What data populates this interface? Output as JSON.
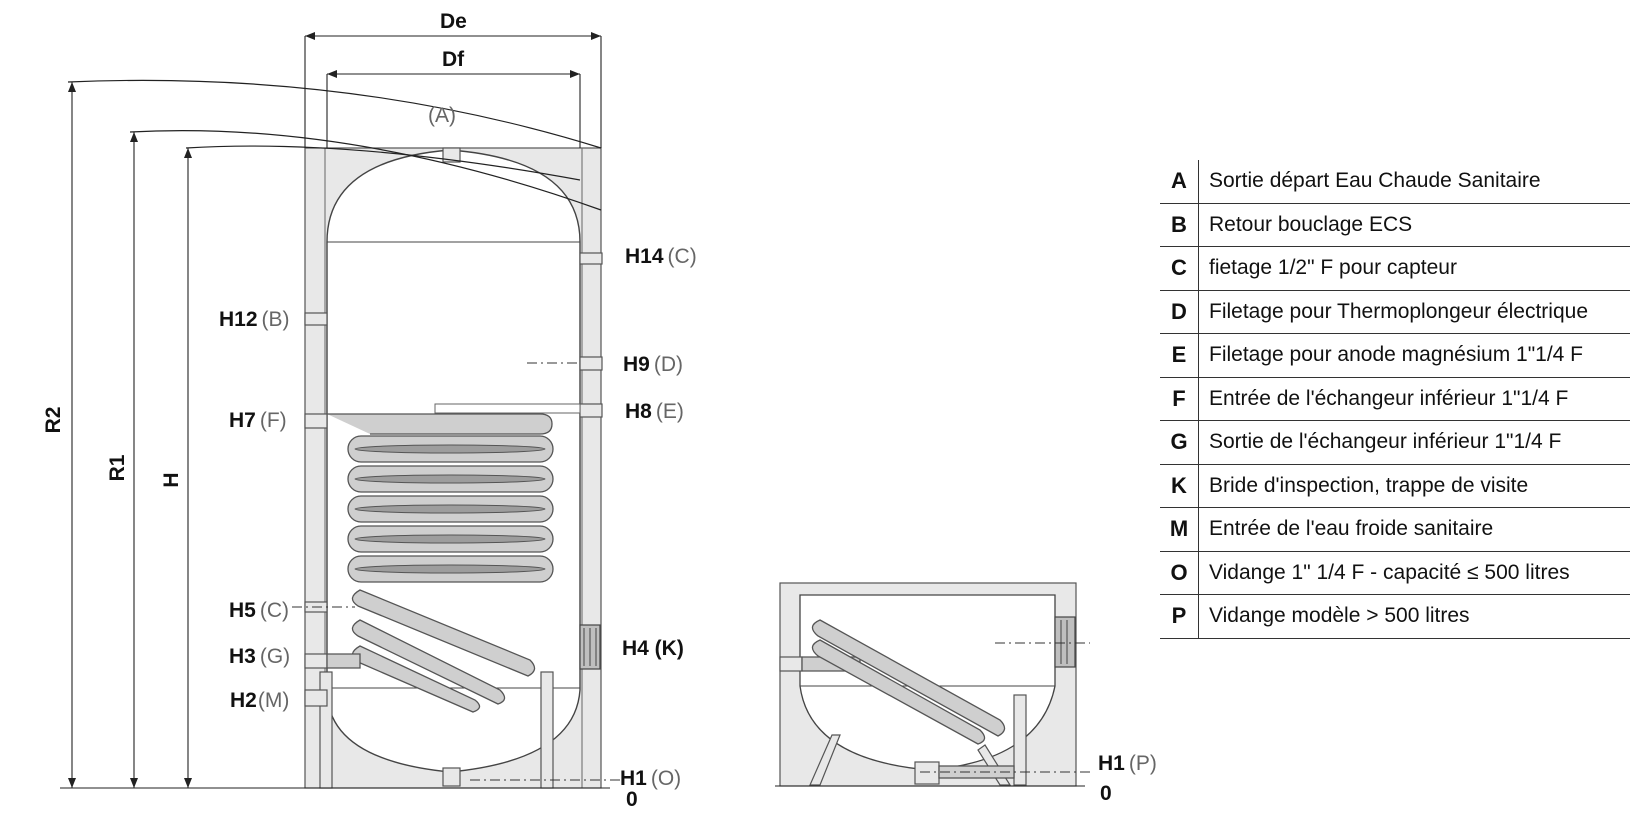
{
  "dimensions": {
    "de": "De",
    "df": "Df",
    "r2": "R2",
    "r1": "R1",
    "h": "H",
    "zero_main": "0",
    "zero_side": "0"
  },
  "connections_main": [
    {
      "code": "H14",
      "sub": "(C)"
    },
    {
      "code": "H12",
      "sub": "(B)"
    },
    {
      "code": "H9",
      "sub": "(D)"
    },
    {
      "code": "H8",
      "sub": "(E)"
    },
    {
      "code": "H7",
      "sub": "(F)"
    },
    {
      "code": "H5",
      "sub": "(C)"
    },
    {
      "code": "H3",
      "sub": "(G)"
    },
    {
      "code": "H4 (K)",
      "sub": ""
    },
    {
      "code": "H2",
      "sub": "(M)"
    },
    {
      "code": "H1",
      "sub": "(O)"
    }
  ],
  "top_label": "(A)",
  "connections_side": [
    {
      "code": "H1",
      "sub": "(P)"
    }
  ],
  "legend": [
    {
      "key": "A",
      "desc": "Sortie départ Eau Chaude Sanitaire"
    },
    {
      "key": "B",
      "desc": "Retour bouclage ECS"
    },
    {
      "key": "C",
      "desc": "fietage 1/2\" F  pour capteur"
    },
    {
      "key": "D",
      "desc": "Filetage pour Thermoplongeur électrique"
    },
    {
      "key": "E",
      "desc": "Filetage pour anode magnésium 1\"1/4 F"
    },
    {
      "key": "F",
      "desc": "Entrée de l'échangeur inférieur 1\"1/4 F"
    },
    {
      "key": "G",
      "desc": "Sortie de l'échangeur inférieur 1\"1/4 F"
    },
    {
      "key": "K",
      "desc": "Bride d'inspection, trappe de visite"
    },
    {
      "key": "M",
      "desc": "Entrée de l'eau froide sanitaire"
    },
    {
      "key": "O",
      "desc": "Vidange 1\" 1/4 F  - capacité ≤ 500 litres"
    },
    {
      "key": "P",
      "desc": "Vidange modèle  > 500 litres"
    }
  ]
}
